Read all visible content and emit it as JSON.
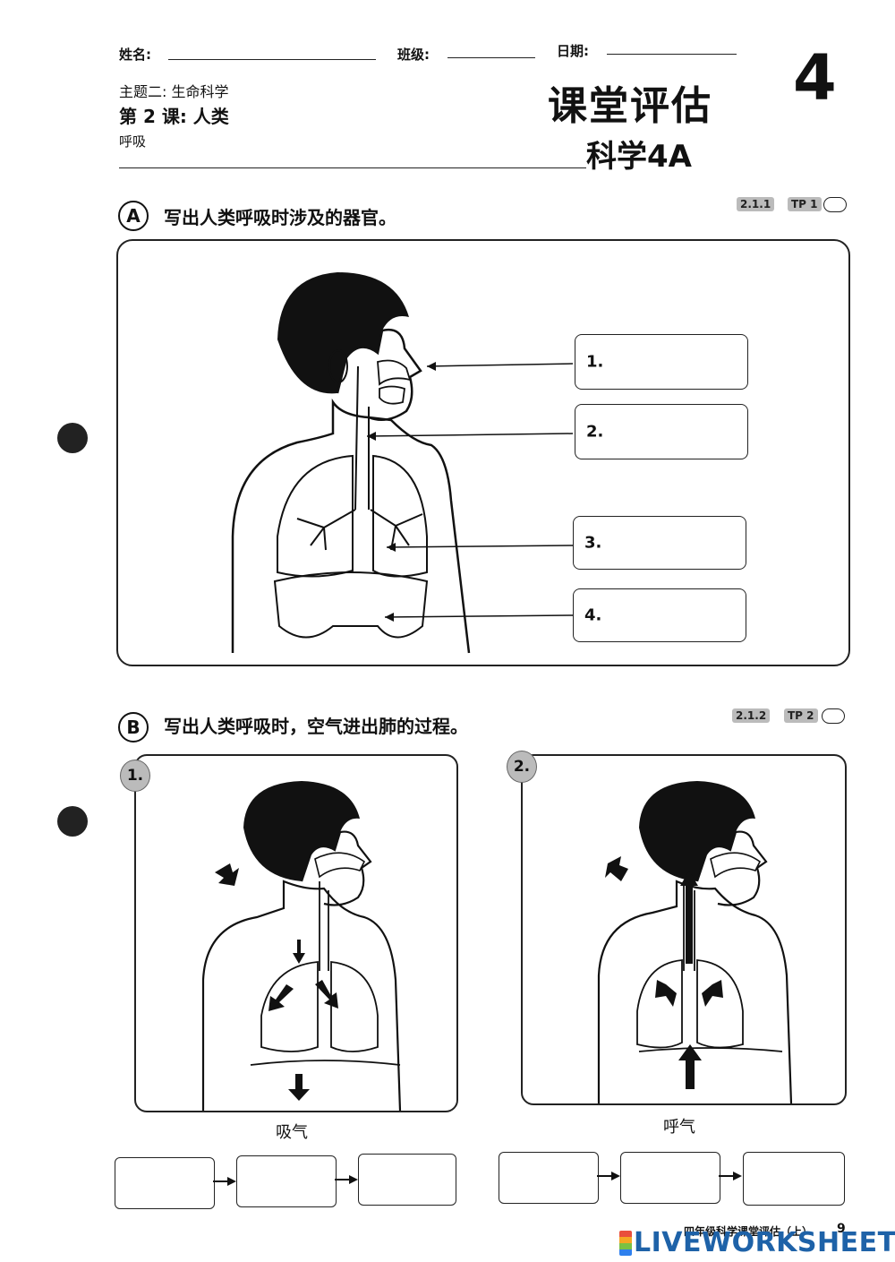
{
  "header": {
    "name_label": "姓名:",
    "class_label": "班级:",
    "date_label": "日期:",
    "theme": "主题二: 生命科学",
    "lesson": "第 2 课: 人类",
    "topic": "呼吸",
    "title": "课堂评估",
    "subject": "科学4A",
    "number": "4"
  },
  "section_a": {
    "letter": "A",
    "question": "写出人类呼吸时涉及的器官。",
    "code": "2.1.1",
    "tp": "TP 1",
    "boxes": [
      {
        "label": "1.",
        "value": ""
      },
      {
        "label": "2.",
        "value": ""
      },
      {
        "label": "3.",
        "value": ""
      },
      {
        "label": "4.",
        "value": ""
      }
    ]
  },
  "section_b": {
    "letter": "B",
    "question": "写出人类呼吸时，空气进出肺的过程。",
    "code": "2.1.2",
    "tp": "TP 2",
    "panel1_num": "1.",
    "panel2_num": "2.",
    "inhale": "吸气",
    "exhale": "呼气"
  },
  "footer": {
    "book": "四年级科学课堂评估（上）",
    "page": "9",
    "logo": "LIVEWORKSHEETS"
  }
}
